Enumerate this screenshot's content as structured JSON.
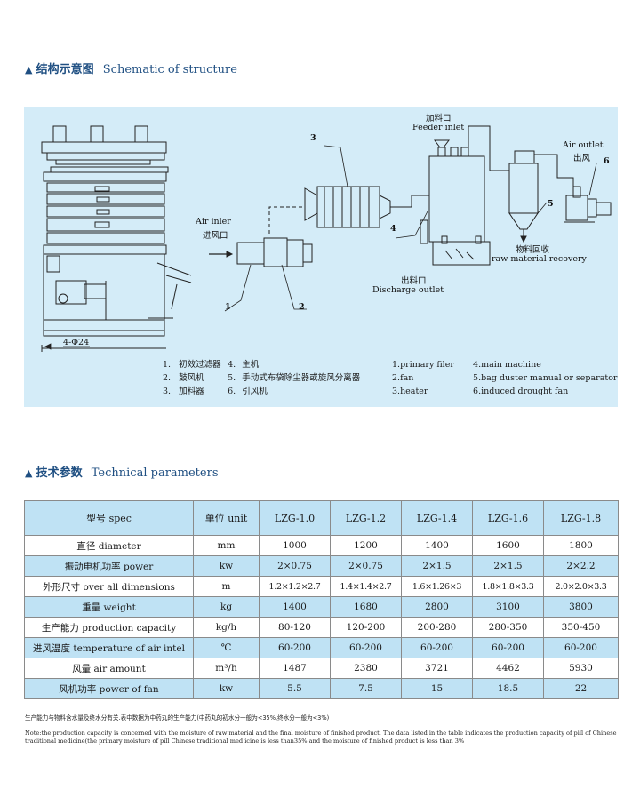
{
  "sections": {
    "structure": {
      "marker": "▲",
      "title_zh": "结构示意图",
      "title_en": "Schematic of structure"
    },
    "params": {
      "marker": "▲",
      "title_zh": "技术参数",
      "title_en": "Technical parameters"
    }
  },
  "diagram": {
    "feeder_zh": "加料口",
    "feeder_en": "Feeder inlet",
    "air_outlet_en": "Air outlet",
    "air_outlet_zh": "出风",
    "air_inlet_en": "Air inler",
    "air_inlet_zh": "进风口",
    "recovery_zh": "物料回收",
    "recovery_en": "raw material recovery",
    "discharge_zh": "出料口",
    "discharge_en": "Discharge outlet",
    "dimension": "4-Φ24",
    "numbers": [
      "1",
      "2",
      "3",
      "4",
      "5",
      "6"
    ]
  },
  "legend_zh": [
    [
      "1.",
      "初效过滤器",
      "4.",
      "主机"
    ],
    [
      "2.",
      "鼓风机",
      "5.",
      "手动式布袋除尘器或旋风分离器"
    ],
    [
      "3.",
      "加料器",
      "6.",
      "引风机"
    ]
  ],
  "legend_en": [
    [
      "1.primary filer",
      "4.main machine"
    ],
    [
      "2.fan",
      "5.bag duster manual or separator"
    ],
    [
      "3.heater",
      "6.induced drought fan"
    ]
  ],
  "table": {
    "header": {
      "spec_zh": "型号",
      "spec_en": "spec",
      "unit_zh": "单位",
      "unit_en": "unit",
      "models": [
        "LZG-1.0",
        "LZG-1.2",
        "LZG-1.4",
        "LZG-1.6",
        "LZG-1.8"
      ]
    },
    "rows": [
      {
        "zh": "直径",
        "en": "diameter",
        "unit": "mm",
        "values": [
          "1000",
          "1200",
          "1400",
          "1600",
          "1800"
        ]
      },
      {
        "zh": "振动电机功率",
        "en": "power",
        "unit": "kw",
        "values": [
          "2×0.75",
          "2×0.75",
          "2×1.5",
          "2×1.5",
          "2×2.2"
        ]
      },
      {
        "zh": "外形尺寸",
        "en": "over all dimensions",
        "unit": "m",
        "values": [
          "1.2×1.2×2.7",
          "1.4×1.4×2.7",
          "1.6×1.26×3",
          "1.8×1.8×3.3",
          "2.0×2.0×3.3"
        ]
      },
      {
        "zh": "重量",
        "en": "weight",
        "unit": "kg",
        "values": [
          "1400",
          "1680",
          "2800",
          "3100",
          "3800"
        ]
      },
      {
        "zh": "生产能力",
        "en": "production capacity",
        "unit": "kg/h",
        "values": [
          "80-120",
          "120-200",
          "200-280",
          "280-350",
          "350-450"
        ]
      },
      {
        "zh": "进风温度",
        "en": "temperature of air intel",
        "unit": "℃",
        "values": [
          "60-200",
          "60-200",
          "60-200",
          "60-200",
          "60-200"
        ]
      },
      {
        "zh": "风量",
        "en": "air amount",
        "unit": "m³/h",
        "values": [
          "1487",
          "2380",
          "3721",
          "4462",
          "5930"
        ]
      },
      {
        "zh": "风机功率",
        "en": "power of fan",
        "unit": "kw",
        "values": [
          "5.5",
          "7.5",
          "15",
          "18.5",
          "22"
        ]
      }
    ]
  },
  "notes": {
    "zh": "生产能力与物料含水量及终水分有关.表中数据为中药丸的生产能力(中药丸的初水分一般为<35%,终水分一般为<3%)",
    "en": "Note:the production capacity is concerned with the moisture of raw material and the final moisture of finished product. The data listed in the table indicates the production capacity of pill of Chinese traditional medicine(the primary moisture of pill Chinese traditional med icine is less than35% and the moisture of finished product is less than 3%"
  }
}
